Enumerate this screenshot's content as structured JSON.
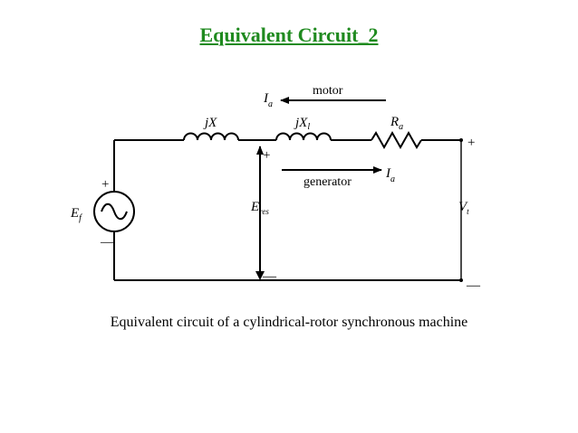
{
  "title": {
    "text": "Equivalent Circuit_2",
    "color": "#1f8a1f"
  },
  "caption": "Equivalent circuit of a cylindrical-rotor synchronous machine",
  "labels": {
    "jX": "jX",
    "jXl_main": "jX",
    "jXl_sub": "l",
    "Ra_main": "R",
    "Ra_sub": "a",
    "Ia_top_main": "I",
    "Ia_top_sub": "a",
    "Ia_bottom_main": "I",
    "Ia_bottom_sub": "a",
    "motor": "motor",
    "generator": "generator",
    "Ef_main": "E",
    "Ef_sub": "f",
    "Eres_main": "E",
    "Eres_sub": "res",
    "Vt_main": "V",
    "Vt_sub": "t",
    "plus": "+",
    "minus": "—"
  }
}
